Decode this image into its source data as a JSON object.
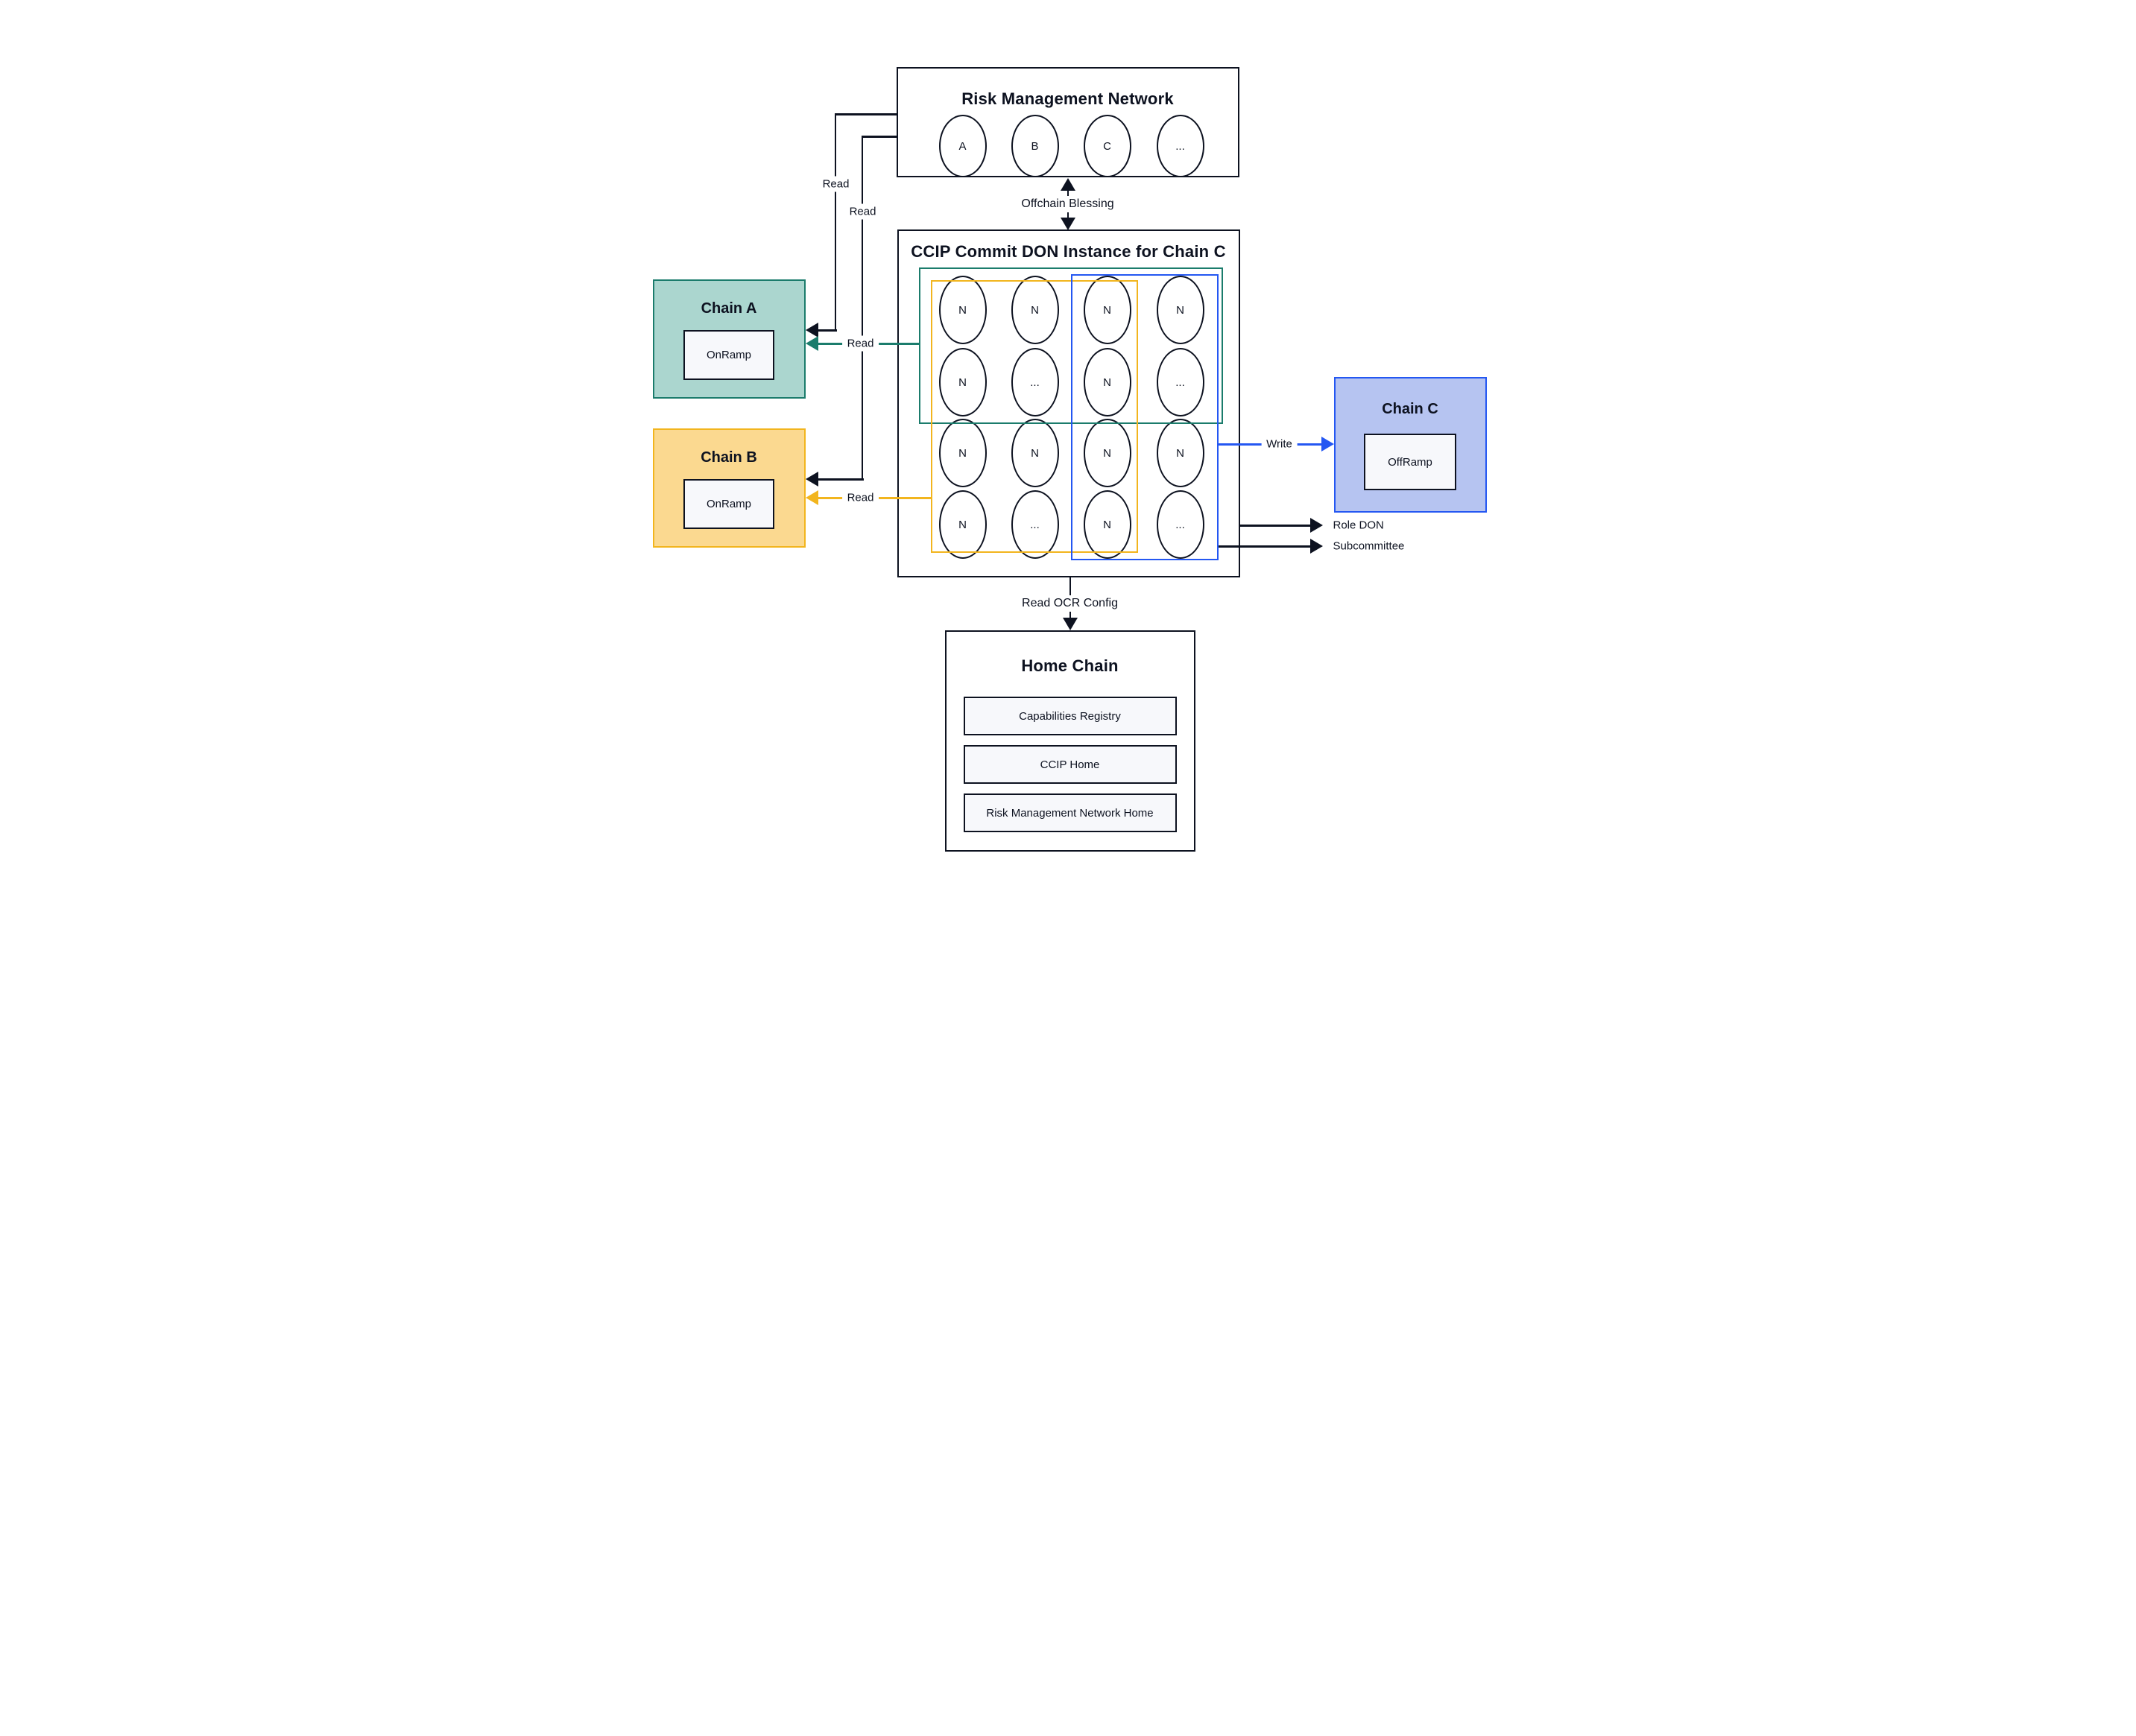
{
  "diagram": {
    "rmn": {
      "title": "Risk Management Network",
      "nodes": [
        "A",
        "B",
        "C",
        "..."
      ]
    },
    "don": {
      "title": "CCIP Commit DON Instance for Chain C",
      "grid": [
        [
          "N",
          "N",
          "N",
          "N"
        ],
        [
          "N",
          "...",
          "N",
          "..."
        ],
        [
          "N",
          "N",
          "N",
          "N"
        ],
        [
          "N",
          "...",
          "N",
          "..."
        ]
      ]
    },
    "chain_a": {
      "title": "Chain A",
      "contract": "OnRamp"
    },
    "chain_b": {
      "title": "Chain B",
      "contract": "OnRamp"
    },
    "chain_c": {
      "title": "Chain C",
      "contract": "OffRamp"
    },
    "home_chain": {
      "title": "Home Chain",
      "contracts": [
        "Capabilities Registry",
        "CCIP Home",
        "Risk Management Network Home"
      ]
    },
    "edges": {
      "offchain_blessing": "Offchain Blessing",
      "read_rmn_to_a": "Read",
      "read_rmn_to_b": "Read",
      "read_don_to_a": "Read",
      "read_don_to_b": "Read",
      "write": "Write",
      "role_don": "Role DON",
      "subcommittee": "Subcommittee",
      "read_ocr_config": "Read OCR Config"
    },
    "colors": {
      "ink": "#0d1220",
      "teal": "#1b7c6c",
      "teal-fill": "#abd6cf",
      "yellow": "#f2b51e",
      "yellow-fill": "#fbd990",
      "blue": "#2457f2",
      "blue-fill": "#b6c4f1",
      "light-fill": "#f7f8fb"
    }
  }
}
